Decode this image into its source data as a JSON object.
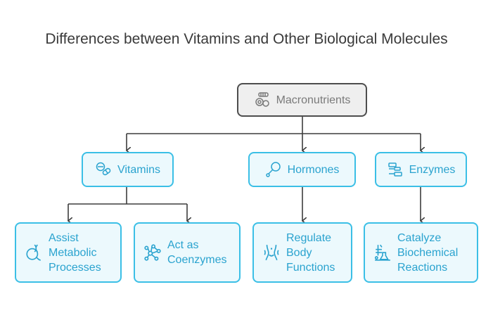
{
  "diagram": {
    "title": "Differences between Vitamins and Other Biological Molecules",
    "root": {
      "label": "Macronutrients",
      "icon": "nutrition-icon"
    },
    "categories": [
      {
        "label": "Vitamins",
        "icon": "pills-icon"
      },
      {
        "label": "Hormones",
        "icon": "hormone-icon"
      },
      {
        "label": "Enzymes",
        "icon": "structure-icon"
      }
    ],
    "leaves": [
      {
        "label_lines": [
          "Assist",
          "Metabolic",
          "Processes"
        ],
        "icon": "dna-process-icon",
        "parent": "Vitamins"
      },
      {
        "label_lines": [
          "Act as",
          "Coenzymes"
        ],
        "icon": "molecule-network-icon",
        "parent": "Vitamins"
      },
      {
        "label_lines": [
          "Regulate",
          "Body",
          "Functions"
        ],
        "icon": "body-icon",
        "parent": "Hormones"
      },
      {
        "label_lines": [
          "Catalyze",
          "Biochemical",
          "Reactions"
        ],
        "icon": "lab-flask-icon",
        "parent": "Enzymes"
      }
    ],
    "colors": {
      "accent": "#3bbfe6",
      "accent_text": "#2aa3cf",
      "node_fill": "#ecf9fd",
      "root_border": "#4d4d4d",
      "root_fill": "#efefef",
      "connector": "#3d3d3d"
    }
  }
}
